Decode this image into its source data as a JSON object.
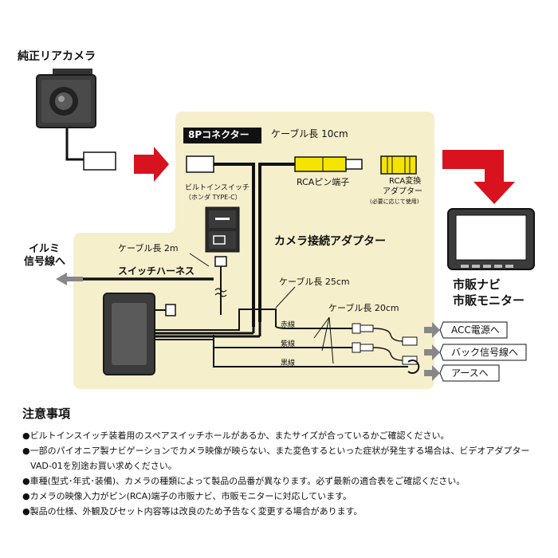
{
  "camera": {
    "title": "純正リアカメラ"
  },
  "adapter": {
    "connector_8p": "8Pコネクター",
    "builtin_switch": "ビルトインスイッチ",
    "builtin_switch_sub": "（ホンダ TYPE-C）",
    "title": "カメラ接続アダプター"
  },
  "cables": {
    "top_length": "ケーブル長 10cm",
    "switch_length": "ケーブル長 2m",
    "switch_harness": "スイッチハーネス",
    "mid_length": "ケーブル長 25cm",
    "wires_length": "ケーブル長 20cm"
  },
  "rca": {
    "pin_terminal": "RCAピン端子",
    "converter_line1": "RCA変換",
    "converter_line2": "アダプター",
    "converter_note": "(必要に応じて使用)"
  },
  "illumi": {
    "line1": "イルミ",
    "line2": "信号線へ"
  },
  "nav": {
    "line1": "市販ナビ",
    "line2": "市販モニター"
  },
  "wires": [
    {
      "color_label": "赤線",
      "destination": "ACC電源へ"
    },
    {
      "color_label": "紫線",
      "destination": "バック信号線へ"
    },
    {
      "color_label": "黒線",
      "destination": "アースへ"
    }
  ],
  "notes": {
    "title": "注意事項",
    "items": [
      "●ビルトインスイッチ装着用のスペアスイッチホールがあるか、またサイズが合っているかご確認ください。",
      "●一部のパイオニア製ナビゲーションでカメラ映像が映らない、また変色するといった症状が発生する場合は、ビデオアダプター",
      "VAD-01を別途お買い求めください。",
      "●車種(型式･年式･装備)、カメラの種類によって製品の品番が異なります。必ず最新の適合表をご確認ください。",
      "●カメラの映像入力がピン(RCA)端子の市販ナビ、市販モニターに対応しています。",
      "●製品の仕様、外観及びセット内容等は改良のため予告なく変更する場合があります。"
    ]
  },
  "colors": {
    "panel": "#f6efcc",
    "arrow_red": "#d8121e",
    "rca_yellow": "#f3e500",
    "arrow_gray": "#888888"
  }
}
